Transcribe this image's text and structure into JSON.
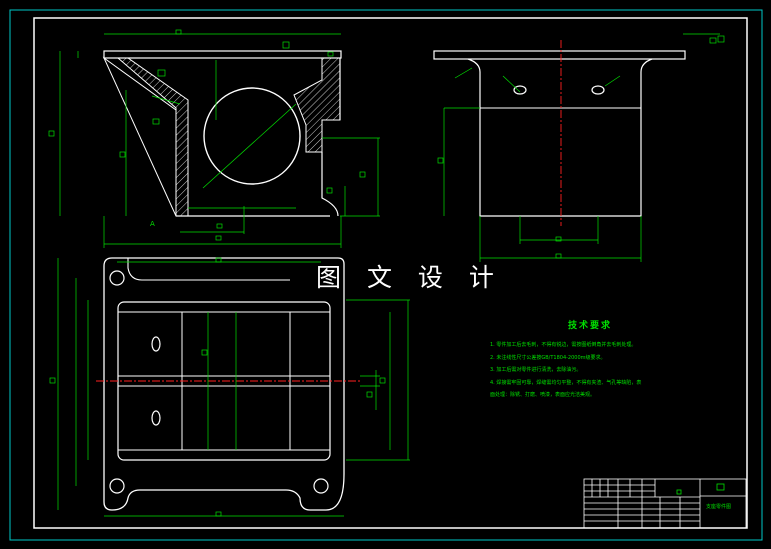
{
  "watermark": "图 文 设 计",
  "technical_notes": {
    "title": "技术要求",
    "lines": [
      "1. 零件加工后去毛刺，不得有锐边，需按图纸倒角并去毛刺处理。",
      "2. 未注线性尺寸公差按GB/T1804-2000m级要求。",
      "3. 加工后需对零件进行清洗，去除油污。",
      "4. 焊接需牢固可靠，焊缝需均匀平整，不得有夹渣、气孔等缺陷，表",
      "面处理：除锈、打磨、喷漆，表面应光洁美观。"
    ]
  },
  "title_block": {
    "drawing_name": "支座零件图"
  },
  "colors": {
    "background": "#000000",
    "outline": "#ffffff",
    "dimension": "#00e000",
    "centerline": "#ff2020",
    "frame": "#00ffff"
  }
}
